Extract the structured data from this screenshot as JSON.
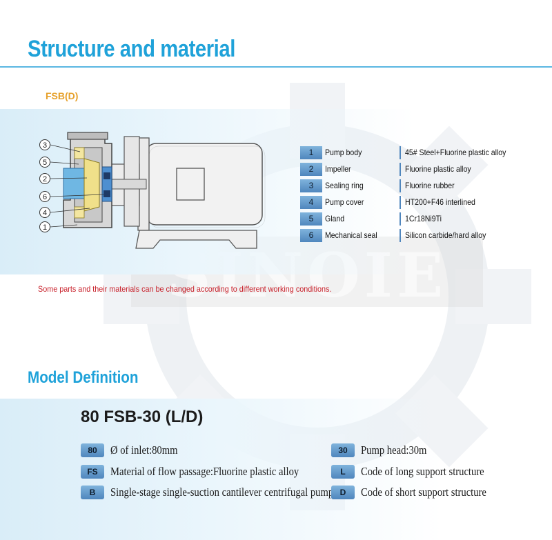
{
  "header": {
    "title": "Structure and material",
    "model_code": "FSB(D)"
  },
  "watermark": {
    "text": "SINOIE"
  },
  "parts": [
    {
      "num": "1",
      "name": "Pump body",
      "material": "45# Steel+Fluorine plastic alloy"
    },
    {
      "num": "2",
      "name": "Impeller",
      "material": "Fluorine plastic alloy"
    },
    {
      "num": "3",
      "name": "Sealing ring",
      "material": "Fluorine rubber"
    },
    {
      "num": "4",
      "name": "Pump cover",
      "material": "HT200+F46 interlined"
    },
    {
      "num": "5",
      "name": "Gland",
      "material": "1Cr18Ni9Ti"
    },
    {
      "num": "6",
      "name": "Mechanical seal",
      "material": "Silicon carbide/hard alloy"
    }
  ],
  "diagram_callouts": [
    "3",
    "5",
    "2",
    "6",
    "4",
    "1"
  ],
  "note": "Some parts and their materials can be changed according to different working conditions.",
  "model_definition": {
    "title": "Model Definition",
    "model_number": "80 FSB-30 (L/D)",
    "left": [
      {
        "code": "80",
        "text": "Ø of inlet:80mm"
      },
      {
        "code": "FS",
        "text": "Material of flow passage:Fluorine plastic alloy"
      },
      {
        "code": "B",
        "text": "Single-stage single-suction cantilever centrifugal pump"
      }
    ],
    "right": [
      {
        "code": "30",
        "text": "Pump head:30m"
      },
      {
        "code": "L",
        "text": "Code of long support structure"
      },
      {
        "code": "D",
        "text": "Code of short support structure"
      }
    ]
  }
}
